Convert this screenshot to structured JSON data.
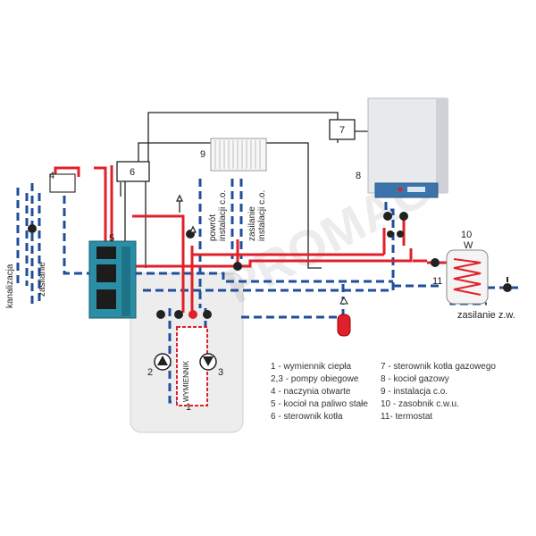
{
  "numbers": {
    "n1": "1",
    "n2": "2",
    "n3": "3",
    "n4": "4",
    "n5": "5",
    "n6": "6",
    "n7": "7",
    "n8": "8",
    "n9": "9",
    "n10": "10",
    "n11": "11"
  },
  "labels": {
    "kanalizacja": "kanalizacja",
    "zasilanie_left": "zasilanie",
    "powrot_line1": "powrót",
    "powrot_line2": "instalacji c.o.",
    "zasilanie_co_line1": "zasilanie",
    "zasilanie_co_line2": "instalacji c.o.",
    "wymiennik": "WYMIENNIK",
    "w_label": "W",
    "zasilanie_zw": "zasilanie z.w."
  },
  "legend_left": [
    "1 - wymiennik ciepła",
    "2,3 - pompy obiegowe",
    "4 - naczynia otwarte",
    "5 - kocioł na paliwo stałe",
    "6 - sterownik kotła"
  ],
  "legend_right": [
    "7 - sterownik kotła gazowego",
    "8 - kocioł gazowy",
    "9 - instalacja c.o.",
    "10 - zasobnik c.w.u.",
    "11- termostat"
  ],
  "watermark": "PROMAG",
  "colors": {
    "hot": "#e0202a",
    "cold": "#1f4e9b",
    "control": "#222222",
    "boiler": "#2a8fa6",
    "panel": "#ededed"
  }
}
